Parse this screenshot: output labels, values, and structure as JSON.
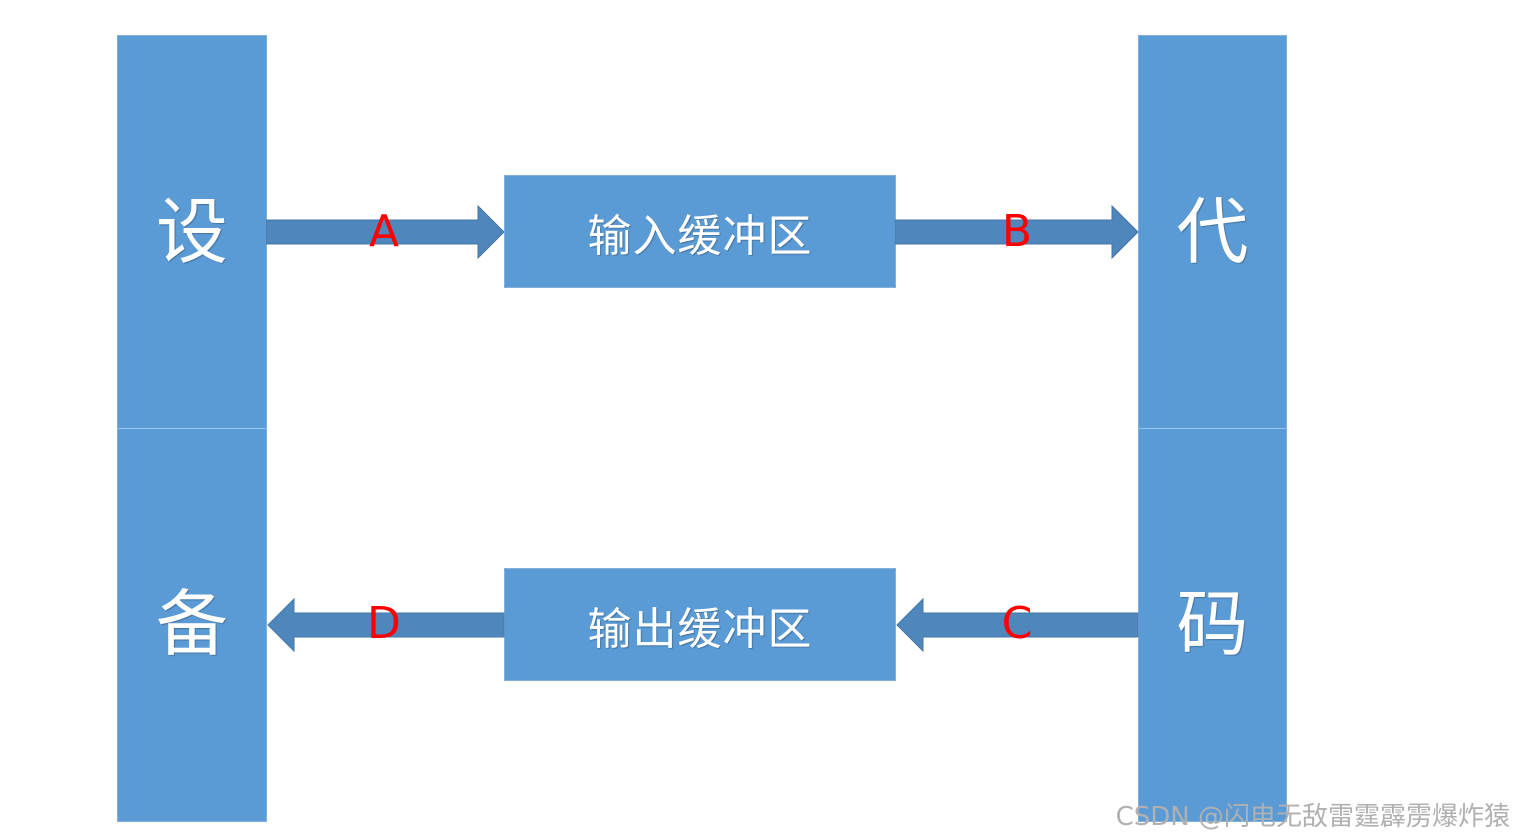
{
  "device": {
    "char_top": "设",
    "char_bottom": "备"
  },
  "code": {
    "char_top": "代",
    "char_bottom": "码"
  },
  "input_buffer": {
    "label": "输入缓冲区"
  },
  "output_buffer": {
    "label": "输出缓冲区"
  },
  "arrows": {
    "a": "A",
    "b": "B",
    "c": "C",
    "d": "D"
  },
  "colors": {
    "block_fill": "#5b9bd5",
    "arrow_fill": "#4f87bd",
    "label_color": "#ff0000"
  },
  "watermark": "CSDN @闪电无敌雷霆霹雳爆炸猿"
}
